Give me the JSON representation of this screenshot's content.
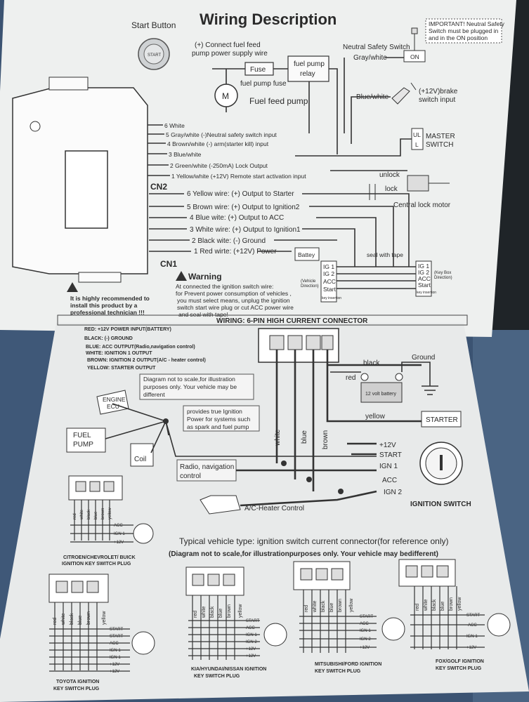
{
  "header": {
    "title": "Wiring Description",
    "start_button": "Start Button"
  },
  "top": {
    "fuel_feed_note": [
      "(+) Connect fuel feed",
      "pump power supply wire"
    ],
    "fuse": "Fuse",
    "relay": [
      "fuel pump",
      "relay"
    ],
    "fuel_pump_fuse": "fuel pump fuse",
    "fuel_feed_pump": "Fuel feed pump",
    "neutral_switch": "Neutral Safety Switch",
    "gray_white": "Gray/white",
    "on": "ON",
    "important": [
      "IMPORTANT! Neutral Safety",
      "Switch must be plugged in",
      "and in the ON position"
    ],
    "blue_white": "Blue/white",
    "brake": [
      "(+12V)brake",
      "switch input"
    ],
    "master": [
      "MASTER",
      "SWITCH"
    ],
    "ul": "UL",
    "l": "L",
    "unlock": "unlock",
    "lock": "lock",
    "central_lock": "Central lock motor",
    "motor_m": "M",
    "cn2": "CN2",
    "cn1": "CN1",
    "cn2_wires": [
      "6 White",
      "5 Gray/white (-)Neutral safety switch input",
      "4 Brown/white (-) arm(starter kill) input",
      "3 Blue/white",
      "2 Green/white (-250mA) Lock Output",
      "1 Yellow/white (+12V) Remote start activation input"
    ],
    "cn1_wires": [
      "6 Yellow wire: (+) Output to Starter",
      "5 Brown wire: (+) Output to Ignition2",
      "4 Blue wite: (+) Output to ACC",
      "3 White wire: (+) Output to Ignition1",
      "2 Black wite: (-) Ground",
      "1 Red wirte: (+12V) Power"
    ],
    "battery": "Battey",
    "recommend": [
      "It is highly recommended to",
      "install this product by a",
      "professional technician !!!"
    ],
    "warning_title": "Warning",
    "warning_text": [
      "At connected the ignition switch wire:",
      "for Prevent power consumption of vehicles ,",
      "you must select means, unplug the ignition",
      "switch start wire plug  or cut ACC power wire",
      "and seal with tape!"
    ],
    "seal": "seal with tape",
    "left_pins": [
      "IG 1",
      "IG 2",
      "ACC",
      "Start",
      "key insertion"
    ],
    "right_pins": [
      "IG 1",
      "IG 2",
      "ACC",
      "Start",
      "key insertion"
    ],
    "vehicle_dir": [
      "(Vehicle",
      "Direction)"
    ],
    "keybox_dir": [
      "(Key Box",
      "Direction)"
    ]
  },
  "bottom": {
    "header": "WIRING: 6-PIN HIGH CURRENT CONNECTOR",
    "legend": [
      "RED: +12V POWER INPUT(BATTERY)",
      "BLACK: (-) GROUND",
      "BLUE: ACC OUTPUT(Radio,navigation control)",
      "WHITE: IGNITION 1 OUTPUT",
      "BROWN: IGNITION 2 OUTPUT(A/C - heater control)",
      "YELLOW: STARTER OUTPUT"
    ],
    "not_to_scale": [
      "Diagram not to scale,for illustration",
      "purposes only. Your vehicle may be",
      "different"
    ],
    "true_ignition": [
      "provides true Ignition",
      "Power for systems such",
      "as spark and fuel pump"
    ],
    "engine_ecu": [
      "ENGINE",
      "ECU"
    ],
    "fuel_pump": [
      "FUEL",
      "PUMP"
    ],
    "coil": "Coil",
    "radio": [
      "Radio, navigation",
      "control"
    ],
    "ac_heater": "A/C-Heater Control",
    "wire_white": "white",
    "wire_blue": "blue",
    "wire_brown": "brown",
    "black": "black",
    "red": "red",
    "ground": "Ground",
    "yellow": "yellow",
    "starter": "STARTER",
    "battery_label": "12 volt battery",
    "switch_positions": [
      "+12V",
      "START",
      "IGN 1",
      "ACC",
      "IGN 2"
    ],
    "ignition_switch": "IGNITION SWITCH",
    "typical": "Typical vehicle type: ignition switch current connector(for reference only)",
    "typical_note": "(Diagram not to scale,for illustrationpurposes only. Your vehicle may bedifferent)",
    "plugs": [
      {
        "name": [
          "CITROEN/CHEVROLET/ BUICK",
          "IGNITION KEY SWITCH PLUG"
        ],
        "wires": [
          "red",
          "white",
          "black",
          "blue",
          "brown",
          "yellow"
        ],
        "lines": [
          "ACC",
          "IGN 1",
          "+12V"
        ]
      },
      {
        "name": [
          "TOYOTA IGNITION",
          "KEY SWITCH PLUG"
        ],
        "wires": [
          "red",
          "white",
          "black",
          "blue",
          "brown",
          "yellow"
        ],
        "lines": [
          "START",
          "START",
          "ACC",
          "IGN 1",
          "IGN 1",
          "+12V",
          "+12V"
        ]
      },
      {
        "name": [
          "KIA/HYUNDAI/NISSAN IGNITION",
          "KEY SWITCH PLUG"
        ],
        "wires": [
          "red",
          "white",
          "black",
          "blue",
          "brown",
          "yellow"
        ],
        "lines": [
          "START",
          "ACC",
          "IGN 1",
          "IGN 2",
          "+12V",
          "+12V"
        ]
      },
      {
        "name": [
          "MITSUBISHI/FORD IGNITION",
          "KEY SWITCH PLUG"
        ],
        "wires": [
          "red",
          "white",
          "black",
          "blue",
          "brown",
          "yellow"
        ],
        "lines": [
          "START",
          "ACC",
          "IGN 1",
          "IGN 2",
          "+12V"
        ]
      },
      {
        "name": [
          "FOX/GOLF IGNITION",
          "KEY SWITCH PLUG"
        ],
        "wires": [
          "red",
          "white",
          "black",
          "blue",
          "brown",
          "yellow"
        ],
        "lines": [
          "START",
          "ACC",
          "IGN 1",
          "+12V"
        ]
      }
    ]
  }
}
